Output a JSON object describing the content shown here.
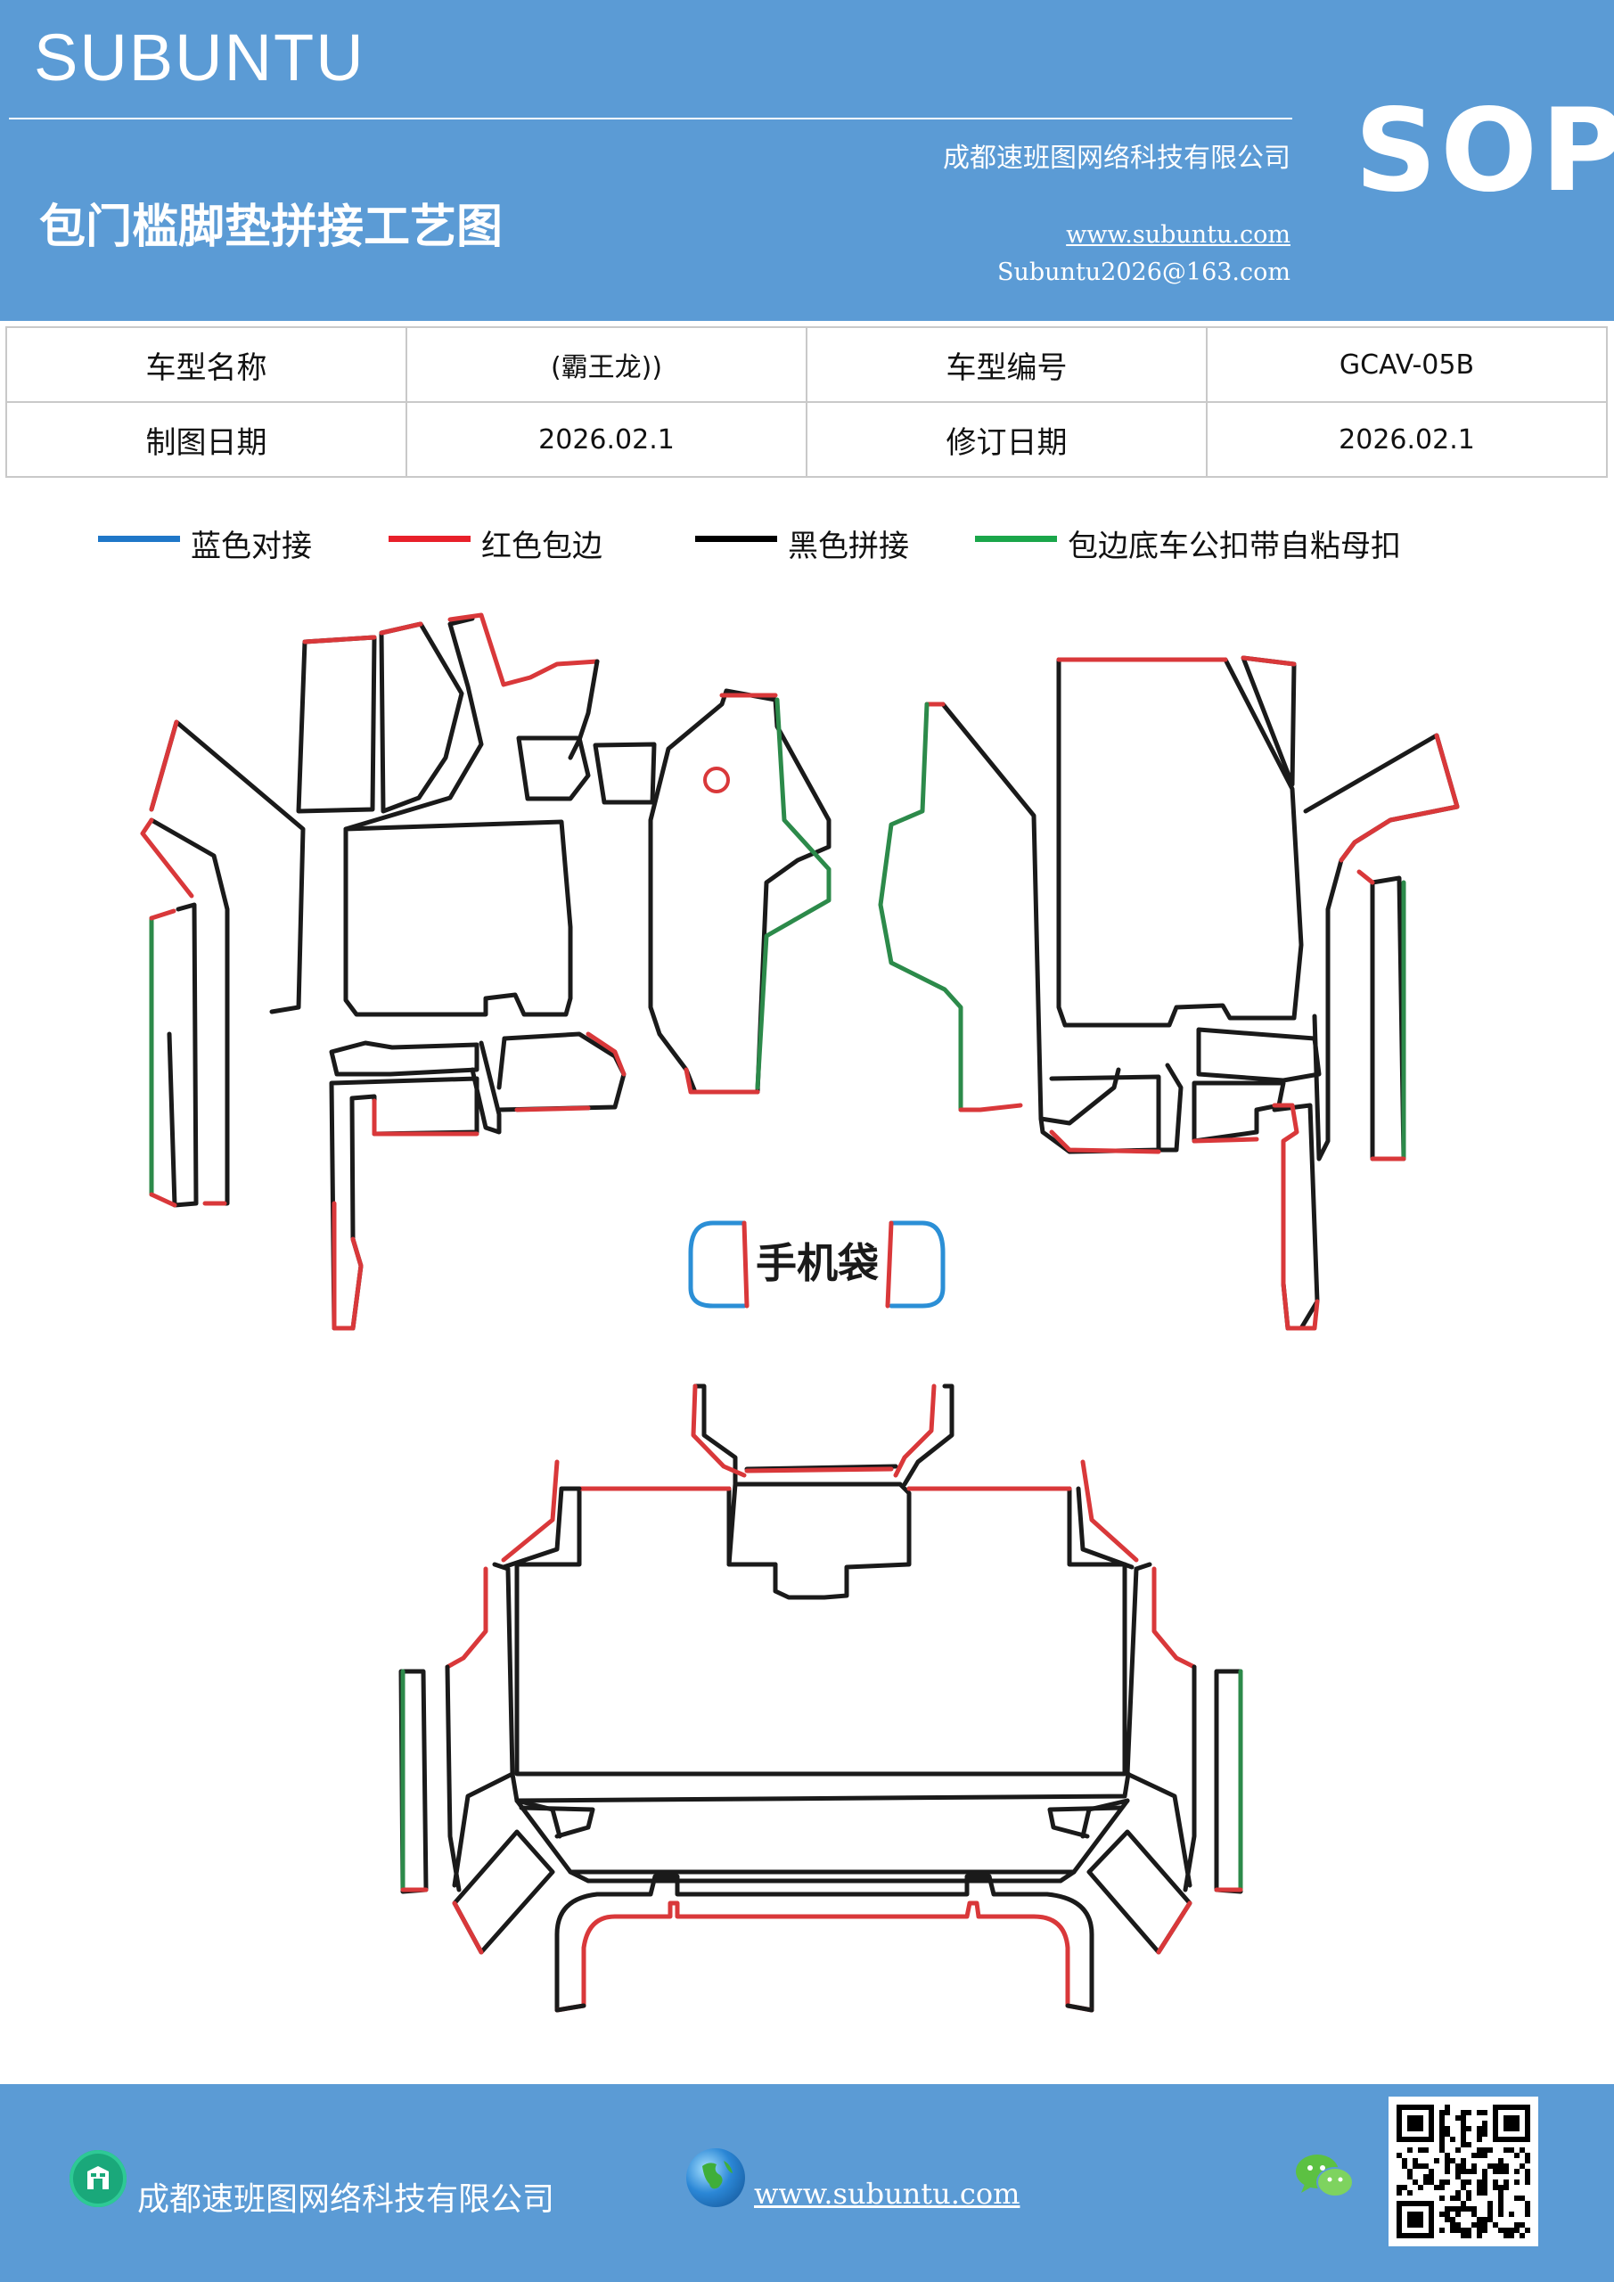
{
  "header": {
    "brand": "SUBUNTU",
    "sop": "SOP",
    "company": "成都速班图网络科技有限公司",
    "title": "包门槛脚垫拼接工艺图",
    "url": "www.subuntu.com",
    "email": "Subuntu2026@163.com"
  },
  "info": {
    "model_name_label": "车型名称",
    "model_name_value": "(霸王龙))",
    "model_code_label": "车型编号",
    "model_code_value": "GCAV-05B",
    "draw_date_label": "制图日期",
    "draw_date_value": "2026.02.1",
    "revise_date_label": "修订日期",
    "revise_date_value": "2026.02.1"
  },
  "legend": [
    {
      "label": "蓝色对接",
      "color": "#1f77c8"
    },
    {
      "label": "红色包边",
      "color": "#e8202a"
    },
    {
      "label": "黑色拼接",
      "color": "#000000"
    },
    {
      "label": "包边底车公扣带自粘母扣",
      "color": "#1aa64a"
    }
  ],
  "diagram": {
    "phone_pocket_label": "手机袋",
    "colors": {
      "black": "#1a1a1a",
      "red": "#d9383a",
      "green": "#2c8a4a",
      "blue": "#2b8fd6"
    }
  },
  "footer": {
    "company": "成都速班图网络科技有限公司",
    "url": "www.subuntu.com",
    "company_icon": "building-icon",
    "url_icon": "globe-icon",
    "social_icon": "wechat-icon"
  }
}
